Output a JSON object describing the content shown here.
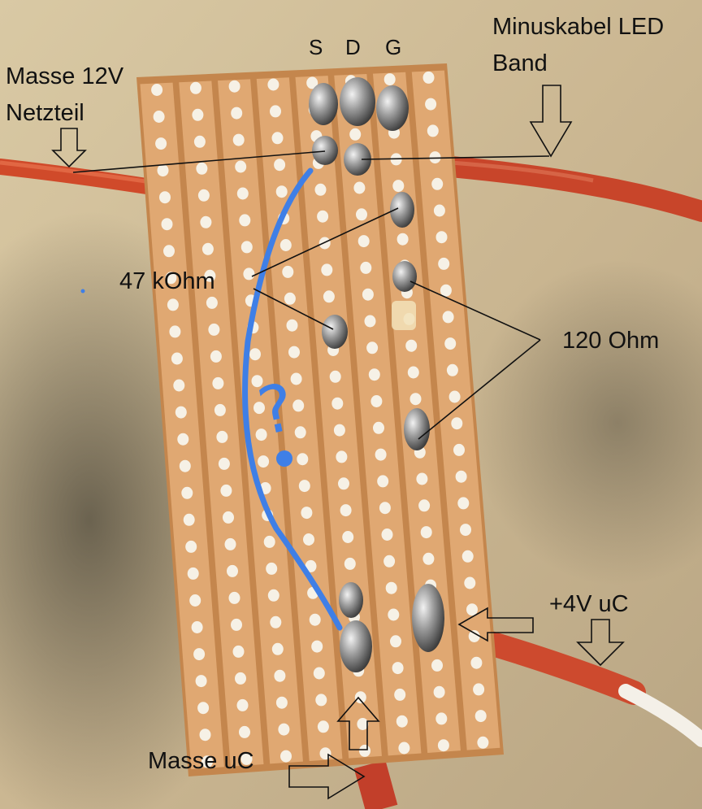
{
  "photo": {
    "pin_labels": [
      "S",
      "D",
      "G"
    ],
    "annotations": {
      "masse_12v": "Masse 12V",
      "netzteil": "Netzteil",
      "minuskabel": "Minuskabel LED",
      "band": "Band",
      "kohm": "47 kOhm",
      "ohm120": "120 Ohm",
      "plus4v": "+4V uC",
      "masse_uc": "Masse uC",
      "question": "?"
    },
    "colors": {
      "table": "#d8c8a6",
      "board": "#c8874e",
      "strip": "#e0a872",
      "wire_red": "#d04a2a",
      "pen_blue": "#3f7fe6",
      "solder": "#9a9a9a"
    }
  }
}
